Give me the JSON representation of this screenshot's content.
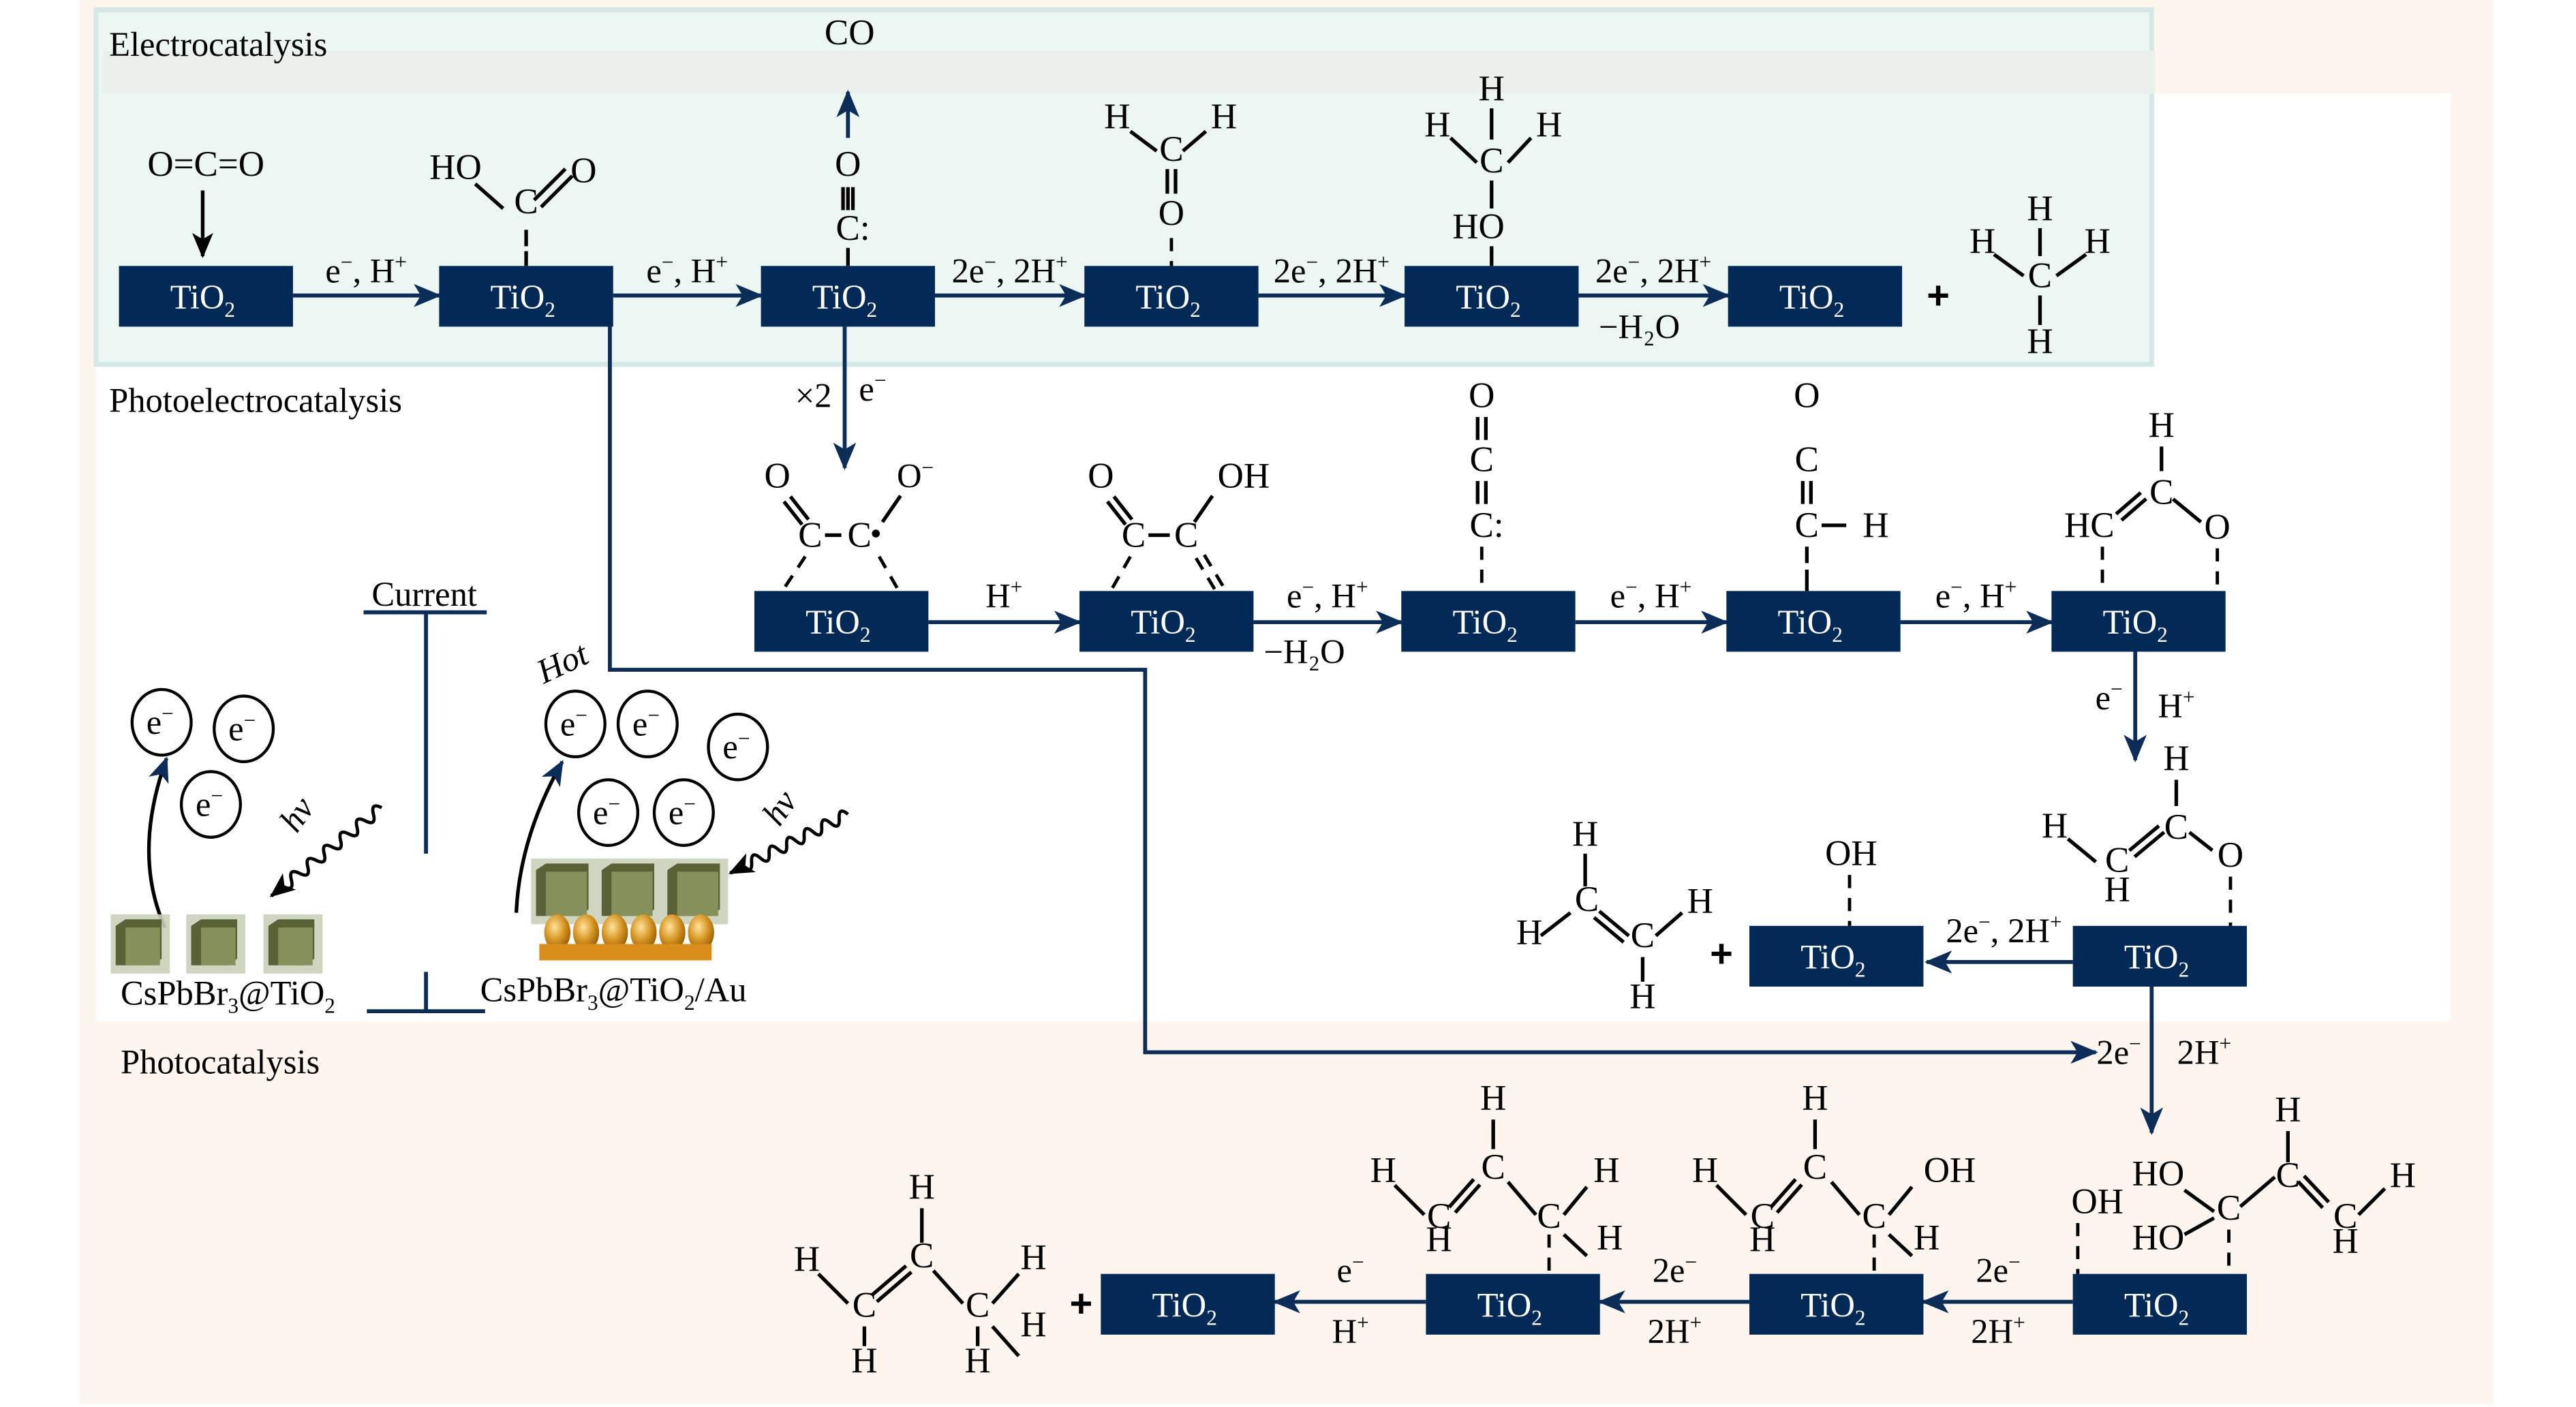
{
  "figure": {
    "type": "reaction-mechanism-diagram",
    "colors": {
      "outer_panel": "#fdf5ee",
      "photoelectro_panel": "#ffffff",
      "electro_panel": "#ecf6f3",
      "electro_header": "#ecf0ec",
      "electro_border": "#d6e8e6",
      "tio2_box": "#032a57",
      "flow_arrow": "#0b2d58",
      "perovskite_cube": "#86905a",
      "gold": "#d98e1c"
    }
  },
  "regions": {
    "electrocatalysis": "Electrocatalysis",
    "photoelectrocatalysis": "Photoelectrocatalysis",
    "photocatalysis": "Photocatalysis"
  },
  "catalyst_label": "TiO",
  "catalyst_sub": "2",
  "row1": {
    "reactant": "O=C=O",
    "steps": [
      {
        "id": "tio2-1",
        "adsorbate": "CO2"
      },
      {
        "id": "tio2-2",
        "adsorbate": "HO-C=O (COOH*)"
      },
      {
        "id": "tio2-3",
        "adsorbate": "C≡O (CO*)"
      },
      {
        "id": "tio2-4",
        "adsorbate": "H2C=O (CHO*)"
      },
      {
        "id": "tio2-5",
        "adsorbate": "H3C-OH"
      },
      {
        "id": "tio2-6",
        "adsorbate": ""
      }
    ],
    "arrows": [
      {
        "e": "e",
        "h": "H",
        "extra": ""
      },
      {
        "e": "e",
        "h": "H",
        "extra": ""
      },
      {
        "e": "2e",
        "h": "2H",
        "extra": ""
      },
      {
        "e": "2e",
        "h": "2H",
        "extra": ""
      },
      {
        "e": "2e",
        "h": "2H",
        "extra": "−H₂O"
      }
    ],
    "desorbed": "CO",
    "product": "CH4"
  },
  "row2": {
    "coupling_label_left": "×2",
    "coupling_label_right": "e",
    "steps": [
      {
        "id": "tio2-7",
        "adsorbate": "O=C–C•O⁻"
      },
      {
        "id": "tio2-8",
        "adsorbate": "O=C–C(OH)="
      },
      {
        "id": "tio2-9",
        "adsorbate": "O=C=C:"
      },
      {
        "id": "tio2-10",
        "adsorbate": "O C=C–H"
      },
      {
        "id": "tio2-11",
        "adsorbate": "HC=C(H)–O"
      }
    ],
    "arrows": [
      {
        "e": "",
        "h": "H",
        "extra": ""
      },
      {
        "e": "e",
        "h": "H",
        "extra": "−H₂O"
      },
      {
        "e": "e",
        "h": "H",
        "extra": ""
      },
      {
        "e": "e",
        "h": "H",
        "extra": ""
      }
    ],
    "down_arrow": {
      "left": "e",
      "right": "H"
    }
  },
  "row3": {
    "steps": [
      {
        "id": "tio2-12",
        "adsorbate": "OH"
      },
      {
        "id": "tio2-13",
        "adsorbate": "H2C=C(H)–O"
      }
    ],
    "arrow": {
      "e": "2e",
      "h": "2H"
    },
    "product": "C2H4"
  },
  "row4": {
    "merge_label_left": "2e",
    "merge_label_right": "2H",
    "steps": [
      {
        "id": "tio2-14",
        "adsorbate": "OH + (HO)2C–CH=CH2"
      },
      {
        "id": "tio2-15",
        "adsorbate": "H2C=CH–CH(OH)"
      },
      {
        "id": "tio2-16",
        "adsorbate": "H2C=CH–CH2"
      },
      {
        "id": "tio2-17",
        "adsorbate": ""
      }
    ],
    "arrows": [
      {
        "top": "2e",
        "bottom": "2H"
      },
      {
        "top": "2e",
        "bottom": "2H"
      },
      {
        "top": "e",
        "bottom": "H"
      }
    ],
    "product": "C3H6"
  },
  "mechanism": {
    "current_label": "Current",
    "hot_label": "Hot",
    "hv": "hv",
    "electron": "e",
    "left_material": {
      "main": "CsPbBr",
      "sub": "3",
      "rest": "@TiO",
      "sub2": "2",
      "tail": ""
    },
    "right_material": {
      "main": "CsPbBr",
      "sub": "3",
      "rest": "@TiO",
      "sub2": "2",
      "tail": "/Au"
    }
  },
  "glyphs": {
    "minus": "−",
    "plus": "+",
    "plus_sign": "+",
    "comma": ", "
  }
}
